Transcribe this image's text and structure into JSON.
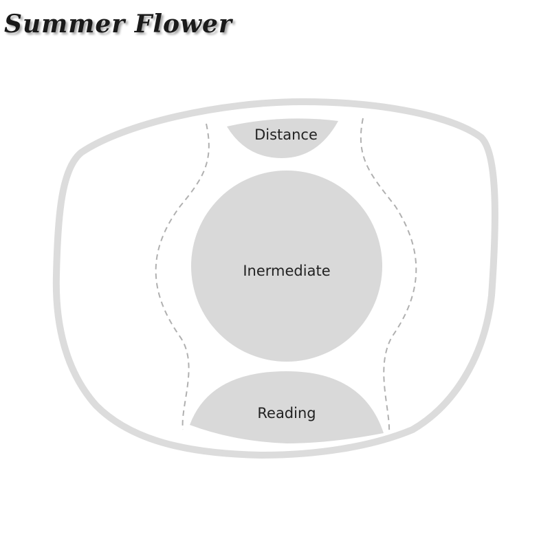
{
  "brand": {
    "name": "Summer Flower"
  },
  "lens": {
    "zones": {
      "distance": "Distance",
      "intermediate": "Inermediate",
      "reading": "Reading"
    }
  },
  "colors": {
    "lens_outline": "#dcdcdc",
    "zone_fill": "#d9d9d9",
    "dashed_boundary": "#b0b0b0",
    "text": "#222222"
  }
}
